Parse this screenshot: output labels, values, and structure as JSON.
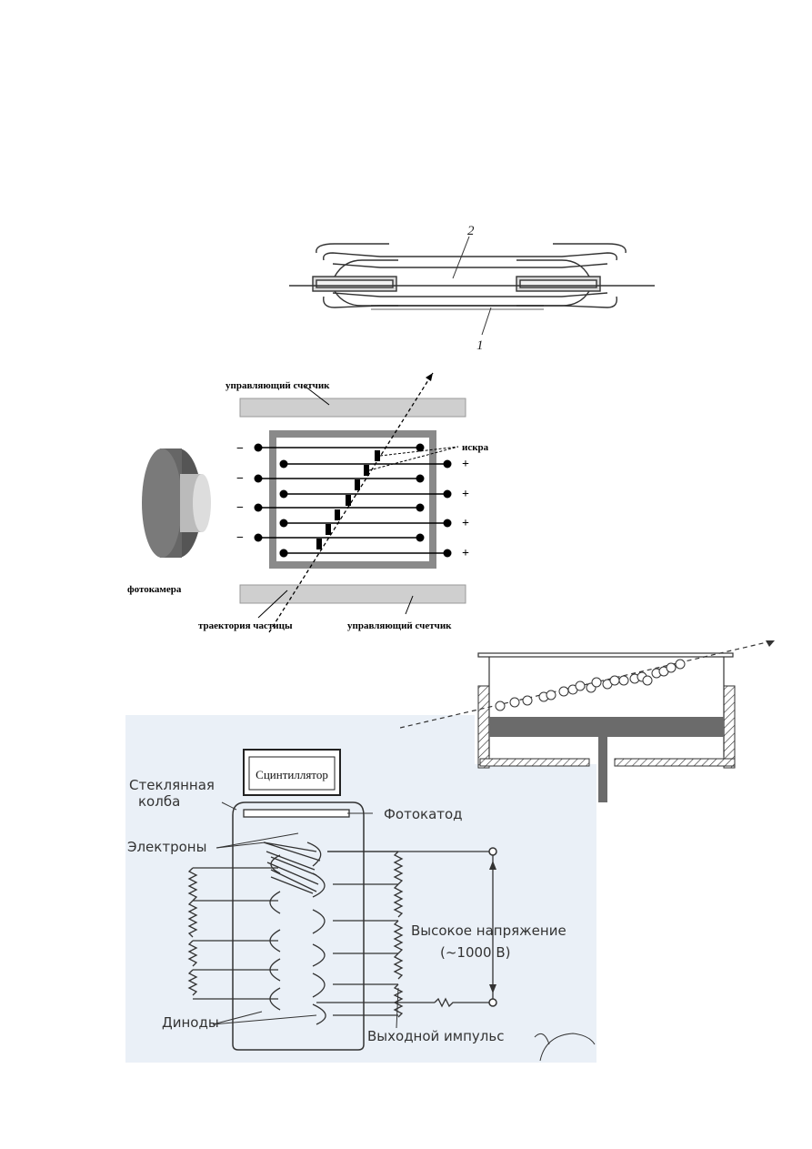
{
  "geiger_counter": {
    "labels": {
      "cathode_num": "1",
      "anode_num": "2"
    }
  },
  "spark_chamber": {
    "labels": {
      "top_counter": "управляющий счетчик",
      "bottom_counter": "управляющий счетчик",
      "spark": "искра",
      "camera": "фотокамера",
      "trajectory": "траектория частицы"
    },
    "minus_signs": [
      "−",
      "−",
      "−",
      "−"
    ],
    "plus_signs": [
      "+",
      "+",
      "+",
      "+"
    ]
  },
  "pmt": {
    "labels": {
      "scintillator": "Сцинтиллятор",
      "glass_bulb_line1": "Стеклянная",
      "glass_bulb_line2": "колба",
      "photocathode": "Фотокатод",
      "electrons": "Электроны",
      "high_voltage_line1": "Высокое напряжение",
      "high_voltage_line2": "(~1000 В)",
      "dynodes": "Диноды",
      "output_pulse": "Выходной импульс"
    }
  },
  "colors": {
    "panel_bg": "#eaf0f7",
    "counter_gray": "#cfcfcf",
    "chamber_gray": "#8a8a8a",
    "piston_dark": "#6b6b6b"
  }
}
